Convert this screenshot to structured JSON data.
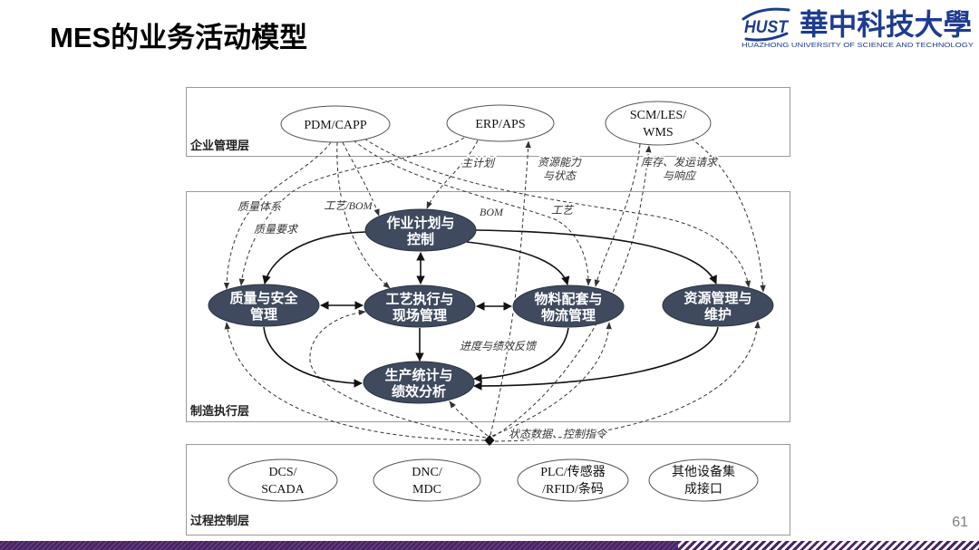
{
  "slide": {
    "title": "MES的业务活动模型",
    "page_number": "61"
  },
  "logo": {
    "emblem": "HUST",
    "emblem_icon": "hust-emblem-icon",
    "chinese_name": "華中科技大學",
    "english_name": "HUAZHONG UNIVERSITY OF SCIENCE AND TECHNOLOGY"
  },
  "diagram": {
    "enterprise_layer": {
      "label": "企业管理层",
      "systems": [
        {
          "lines": [
            "PDM/CAPP"
          ]
        },
        {
          "lines": [
            "ERP/APS"
          ]
        },
        {
          "lines": [
            "SCM/LES/",
            "WMS"
          ]
        }
      ]
    },
    "execution_layer": {
      "label": "制造执行层",
      "activities": [
        {
          "lines": [
            "作业计划与",
            "控制"
          ]
        },
        {
          "lines": [
            "质量与安全",
            "管理"
          ]
        },
        {
          "lines": [
            "工艺执行与",
            "现场管理"
          ]
        },
        {
          "lines": [
            "物料配套与",
            "物流管理"
          ]
        },
        {
          "lines": [
            "资源管理与",
            "维护"
          ]
        },
        {
          "lines": [
            "生产统计与",
            "绩效分析"
          ]
        }
      ]
    },
    "control_layer": {
      "label": "过程控制层",
      "systems": [
        {
          "lines": [
            "DCS/",
            "SCADA"
          ]
        },
        {
          "lines": [
            "DNC/",
            "MDC"
          ]
        },
        {
          "lines": [
            "PLC/传感器",
            "/RFID/条码"
          ]
        },
        {
          "lines": [
            "其他设备集",
            "成接口"
          ]
        }
      ]
    },
    "flow_labels": {
      "master_plan": "主计划",
      "resource_capacity_status": [
        "资源能力",
        "与状态"
      ],
      "inventory_shipping_requests": [
        "库存、发运请求",
        "与响应"
      ],
      "quality_system": "质量体系",
      "process_bom": "工艺/BOM",
      "bom": "BOM",
      "process": "工艺",
      "quality_requirements": "质量要求",
      "progress_performance_feedback": "进度与绩效反馈",
      "status_data_control_commands": "状态数据、控制指令"
    }
  },
  "colors": {
    "title_text": "#000000",
    "logo_blue": "#1e3c8f",
    "activity_fill": "#3f4a5e",
    "activity_text": "#ffffff",
    "layer_border": "#9a9a9a",
    "ellipse_border": "#555555",
    "footer_band": "#4a2466",
    "page_number": "#7f7f7f"
  }
}
